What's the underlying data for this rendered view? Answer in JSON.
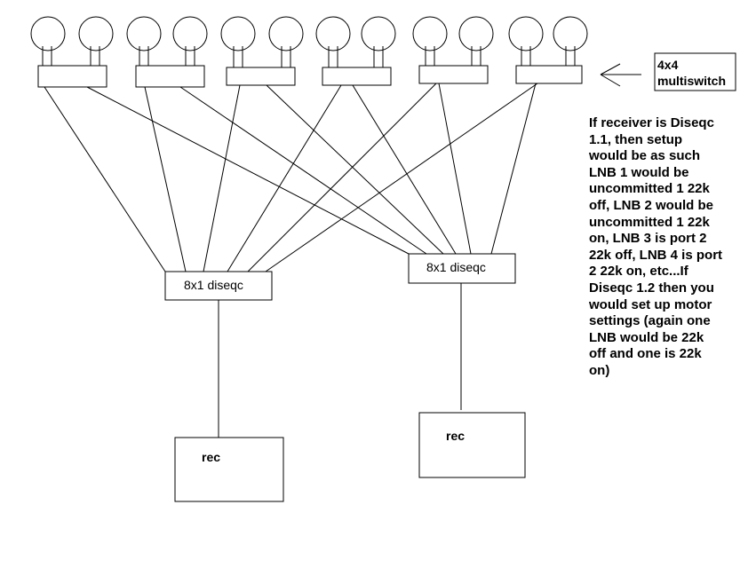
{
  "diagram": {
    "multiswitch_label_line1": "4x4",
    "multiswitch_label_line2": "multiswitch",
    "diseqc_left_label": "8x1 diseqc",
    "diseqc_right_label": "8x1 diseqc",
    "receiver_left_label": "rec",
    "receiver_right_label": "rec",
    "note_lines": [
      "If receiver is Diseqc",
      "1.1, then setup",
      "would be as such",
      "LNB 1 would be",
      "uncommitted 1 22k",
      "off, LNB 2 would be",
      "uncommitted 1 22k",
      "on, LNB 3 is port 2",
      "22k off, LNB 4 is port",
      "2 22k on, etc...If",
      "Diseqc 1.2 then you",
      "would set up motor",
      "settings (again one",
      "LNB would be 22k",
      "off and one is 22k",
      "on)"
    ],
    "dish_count": 12,
    "switch_count": 6
  }
}
